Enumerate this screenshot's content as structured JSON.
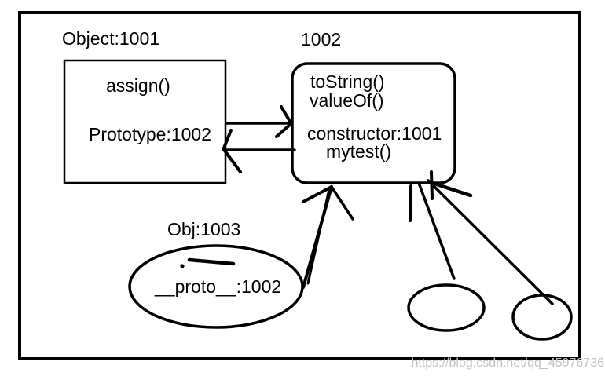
{
  "colors": {
    "ink": "#000000",
    "watermark": "#c4c4c4",
    "background": "#ffffff"
  },
  "diagram": {
    "object_box": {
      "title": "Object:1001",
      "lines": [
        "assign()",
        "Prototype:1002"
      ]
    },
    "prototype_box": {
      "title": "1002",
      "lines": [
        "toString()",
        "valueOf()",
        "constructor:1001",
        "mytest()"
      ]
    },
    "obj_ellipse": {
      "title": "Obj:1003",
      "label": "__proto__:1002"
    },
    "empty_ellipses_count": "2"
  },
  "watermark": {
    "text": "https://blog.csdn.net/qq_45976736"
  }
}
